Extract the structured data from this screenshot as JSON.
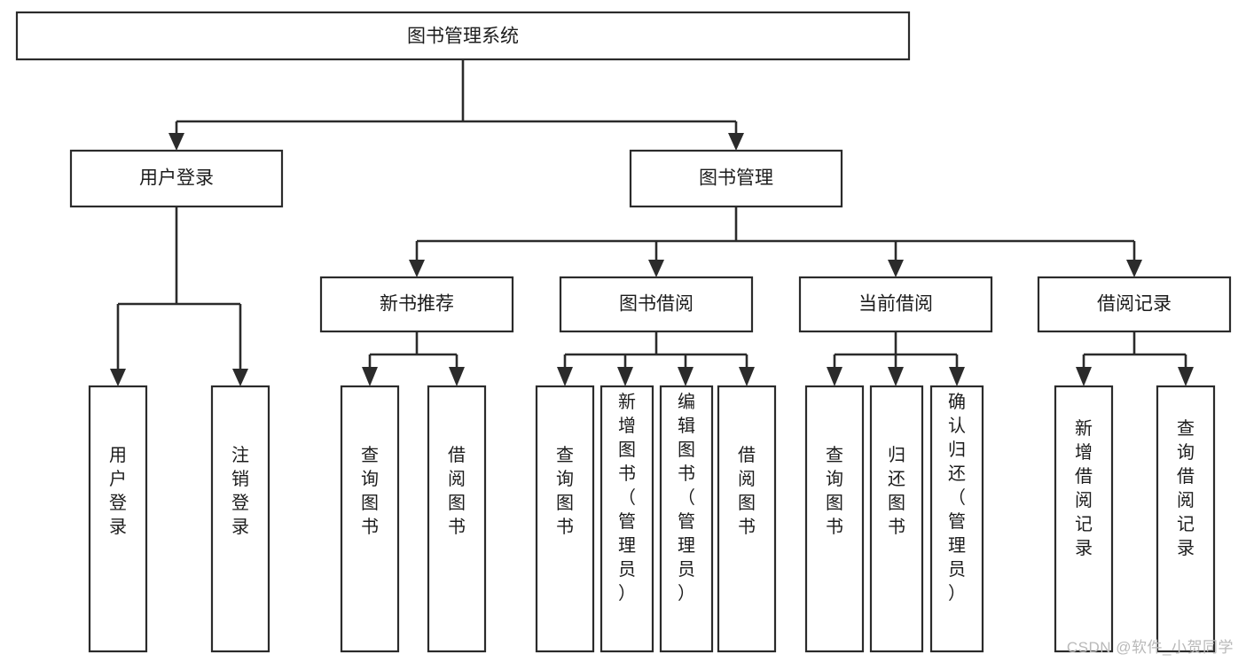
{
  "diagram": {
    "type": "tree-hierarchy",
    "orientation": "top-down",
    "title": "图书管理系统",
    "colors": {
      "box_stroke": "#2b2b2b",
      "box_fill": "#ffffff",
      "connector": "#2b2b2b",
      "text": "#1c1c1c",
      "background": "#ffffff",
      "watermark": "#b9b9b9"
    },
    "levels": {
      "root": {
        "label": "图书管理系统"
      },
      "level2": [
        {
          "id": "user-login",
          "label": "用户登录"
        },
        {
          "id": "book-management",
          "label": "图书管理"
        }
      ],
      "level3": [
        {
          "id": "new-book-recommend",
          "label": "新书推荐",
          "parent": "book-management"
        },
        {
          "id": "book-borrow",
          "label": "图书借阅",
          "parent": "book-management"
        },
        {
          "id": "current-borrow",
          "label": "当前借阅",
          "parent": "book-management"
        },
        {
          "id": "borrow-record",
          "label": "借阅记录",
          "parent": "book-management"
        }
      ],
      "leaves": [
        {
          "id": "leaf-user-login",
          "label": "用户登录",
          "parent": "user-login"
        },
        {
          "id": "leaf-logout-login",
          "label": "注销登录",
          "parent": "user-login"
        },
        {
          "id": "leaf-query-book-1",
          "label": "查询图书",
          "parent": "new-book-recommend"
        },
        {
          "id": "leaf-borrow-book-1",
          "label": "借阅图书",
          "parent": "new-book-recommend"
        },
        {
          "id": "leaf-query-book-2",
          "label": "查询图书",
          "parent": "book-borrow"
        },
        {
          "id": "leaf-add-book",
          "label": "新增图书（管理员）",
          "parent": "book-borrow"
        },
        {
          "id": "leaf-edit-book",
          "label": "编辑图书（管理员）",
          "parent": "book-borrow"
        },
        {
          "id": "leaf-borrow-book-2",
          "label": "借阅图书",
          "parent": "book-borrow"
        },
        {
          "id": "leaf-query-book-3",
          "label": "查询图书",
          "parent": "current-borrow"
        },
        {
          "id": "leaf-return-book",
          "label": "归还图书",
          "parent": "current-borrow"
        },
        {
          "id": "leaf-confirm-return",
          "label": "确认归还（管理员）",
          "parent": "current-borrow"
        },
        {
          "id": "leaf-add-record",
          "label": "新增借阅记录",
          "parent": "borrow-record"
        },
        {
          "id": "leaf-query-record",
          "label": "查询借阅记录",
          "parent": "borrow-record"
        }
      ]
    }
  },
  "watermark": {
    "text": "CSDN @软件_小贺同学"
  }
}
